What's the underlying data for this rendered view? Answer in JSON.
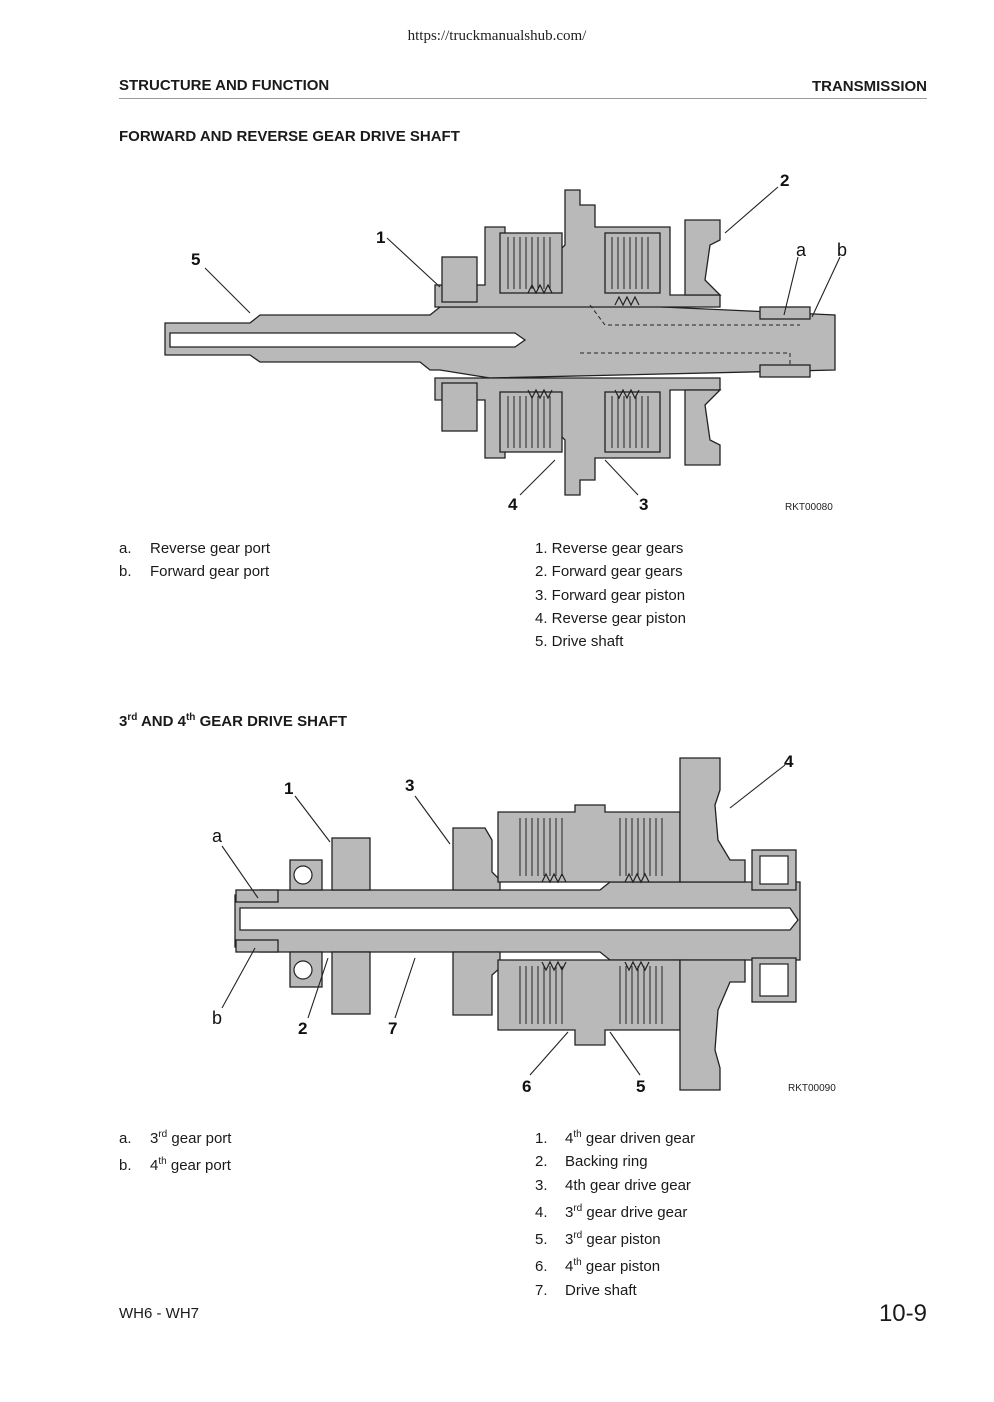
{
  "page": {
    "url": "https://truckmanualshub.com/",
    "header_left": "STRUCTURE AND FUNCTION",
    "header_right": "TRANSMISSION",
    "footer_left": "WH6 - WH7",
    "page_number": "10-9"
  },
  "section1": {
    "title": "FORWARD AND REVERSE GEAR DRIVE SHAFT",
    "figure_code": "RKT00080",
    "callouts": [
      "1",
      "2",
      "3",
      "4",
      "5",
      "a",
      "b"
    ],
    "legend_letters": [
      {
        "key": "a.",
        "text": "Reverse gear port"
      },
      {
        "key": "b.",
        "text": "Forward gear port"
      }
    ],
    "legend_numbers": [
      "1. Reverse gear gears",
      "2. Forward gear gears",
      "3. Forward gear piston",
      "4. Reverse gear piston",
      "5. Drive shaft"
    ]
  },
  "section2": {
    "title_pre": "3",
    "title_sup1": "rd",
    "title_mid": " AND 4",
    "title_sup2": "th",
    "title_post": " GEAR DRIVE SHAFT",
    "figure_code": "RKT00090",
    "callouts": [
      "1",
      "2",
      "3",
      "4",
      "5",
      "6",
      "7",
      "a",
      "b"
    ],
    "legend_letters": [
      {
        "key": "a.",
        "pre": "3",
        "sup": "rd",
        "post": " gear port"
      },
      {
        "key": "b.",
        "pre": "4",
        "sup": "th",
        "post": " gear port"
      }
    ],
    "legend_numbers": [
      {
        "key": "1.",
        "pre": "4",
        "sup": "th",
        "post": " gear driven gear"
      },
      {
        "key": "2.",
        "pre": "Backing ring",
        "sup": "",
        "post": ""
      },
      {
        "key": "3.",
        "pre": "4th gear drive gear",
        "sup": "",
        "post": ""
      },
      {
        "key": "4.",
        "pre": "3",
        "sup": "rd",
        "post": " gear drive gear"
      },
      {
        "key": "5.",
        "pre": "3",
        "sup": "rd",
        "post": " gear piston"
      },
      {
        "key": "6.",
        "pre": "4",
        "sup": "th",
        "post": " gear piston"
      },
      {
        "key": "7.",
        "pre": "Drive shaft",
        "sup": "",
        "post": ""
      }
    ]
  }
}
